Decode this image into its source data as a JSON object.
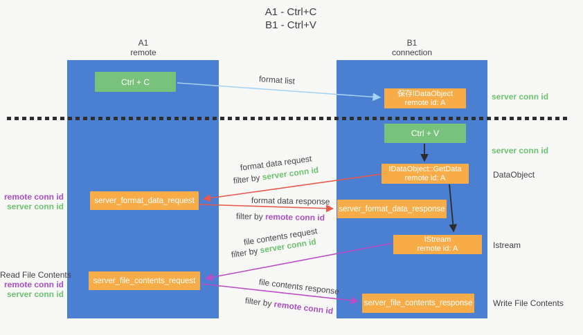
{
  "title": {
    "line1": "A1 - Ctrl+C",
    "line2": "B1 - Ctrl+V"
  },
  "lanes": {
    "left": {
      "name": "A1",
      "role": "remote"
    },
    "right": {
      "name": "B1",
      "role": "connection"
    }
  },
  "nodes": {
    "ctrl_c": {
      "label": "Ctrl + C"
    },
    "save_idataobject": {
      "line1": "保存IDataObject",
      "line2": "remote id: A"
    },
    "ctrl_v": {
      "label": "Ctrl + V"
    },
    "idataobject_getdata": {
      "line1": "IDataObject::GetData",
      "line2": "remote id: A"
    },
    "server_format_data_request": {
      "label": "server_format_data_request"
    },
    "server_format_data_response": {
      "label": "server_format_data_response"
    },
    "istream": {
      "line1": "IStream",
      "line2": "remote id: A"
    },
    "server_file_contents_request": {
      "label": "server_file_contents_request"
    },
    "server_file_contents_response": {
      "label": "server_file_contents_response"
    }
  },
  "edge_labels": {
    "format_list": "format list",
    "format_data_request": "format data request",
    "format_data_response": "format data response",
    "file_contents_request": "file contents request",
    "file_contents_response": "file contents response",
    "filter_by": "filter by",
    "server_conn_id": "server conn id",
    "remote_conn_id": "remote conn id"
  },
  "side_labels": {
    "left_top": {
      "remote_conn_id": "remote conn id",
      "server_conn_id": "server conn id"
    },
    "left_bottom": {
      "read_file_contents": "Read File Contents",
      "remote_conn_id": "remote conn id",
      "server_conn_id": "server conn id"
    },
    "right": {
      "server_conn_id_top": "server conn id",
      "server_conn_id_mid": "server conn id",
      "dataobject": "DataObject",
      "istream": "Istream",
      "write_file_contents": "Write File Contents"
    }
  },
  "colors": {
    "background": "#f7f7f6",
    "lane_blue": "#4a7fd1",
    "node_green": "#79c27c",
    "node_orange": "#f8ac47",
    "server_conn_green": "#6dc36f",
    "remote_conn_purple": "#a94fc2",
    "arrow_red": "#e8584b",
    "arrow_magenta": "#bb4ec4",
    "arrow_light_blue": "#a6d2f2",
    "arrow_black": "#2b2b2b",
    "divider_black": "#2e2e2e"
  }
}
